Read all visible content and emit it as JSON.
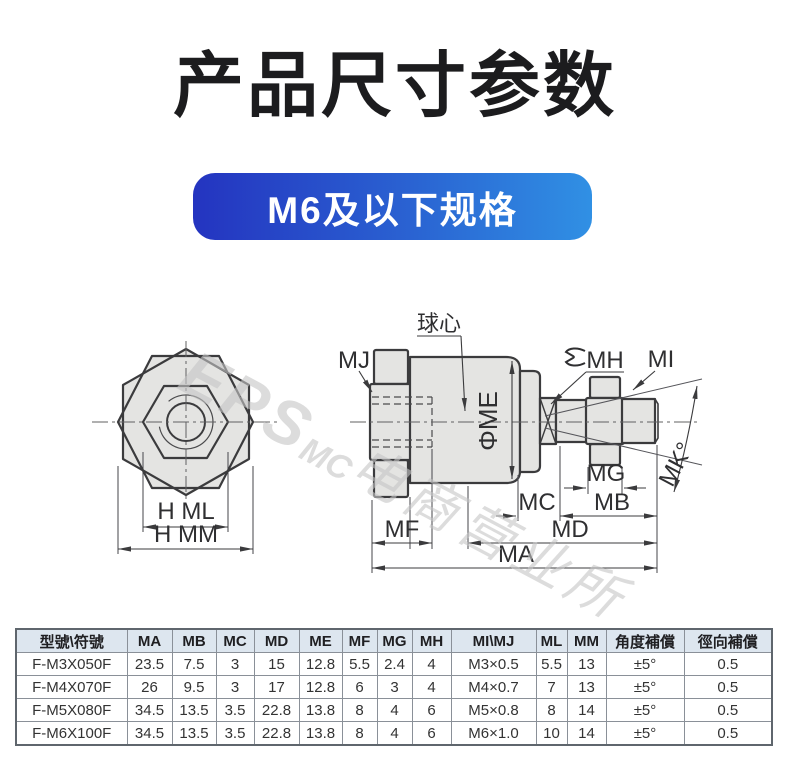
{
  "title": "产品尺寸参数",
  "banner": {
    "label": "M6及以下规格"
  },
  "colors": {
    "banner_gradient_start": "#2434c0",
    "banner_gradient_end": "#3090e4",
    "table_header_bg": "#dde6ef",
    "drawing_fill": "#e4e4e2",
    "drawing_line": "#3b3b3d",
    "title_color": "#1c1c1e"
  },
  "diagram": {
    "ball_center": "球心",
    "labels": {
      "mj": "MJ",
      "me": "ΦME",
      "mh": "MH",
      "mi": "MI",
      "mk": "MK°",
      "mg": "MG",
      "mc": "MC",
      "mb": "MB",
      "mf": "MF",
      "md": "MD",
      "ma": "MA",
      "h_ml": "H ML",
      "h_mm": "H MM"
    },
    "watermark": {
      "eps": "EPS",
      "mc": "MC",
      "cn": "电商营业所"
    }
  },
  "table": {
    "headers": [
      "型號\\符號",
      "MA",
      "MB",
      "MC",
      "MD",
      "ME",
      "MF",
      "MG",
      "MH",
      "MI\\MJ",
      "ML",
      "MM",
      "角度補償",
      "徑向補償"
    ],
    "rows": [
      [
        "F-M3X050F",
        "23.5",
        "7.5",
        "3",
        "15",
        "12.8",
        "5.5",
        "2.4",
        "4",
        "M3×0.5",
        "5.5",
        "13",
        "±5°",
        "0.5"
      ],
      [
        "F-M4X070F",
        "26",
        "9.5",
        "3",
        "17",
        "12.8",
        "6",
        "3",
        "4",
        "M4×0.7",
        "7",
        "13",
        "±5°",
        "0.5"
      ],
      [
        "F-M5X080F",
        "34.5",
        "13.5",
        "3.5",
        "22.8",
        "13.8",
        "8",
        "4",
        "6",
        "M5×0.8",
        "8",
        "14",
        "±5°",
        "0.5"
      ],
      [
        "F-M6X100F",
        "34.5",
        "13.5",
        "3.5",
        "22.8",
        "13.8",
        "8",
        "4",
        "6",
        "M6×1.0",
        "10",
        "14",
        "±5°",
        "0.5"
      ]
    ]
  }
}
